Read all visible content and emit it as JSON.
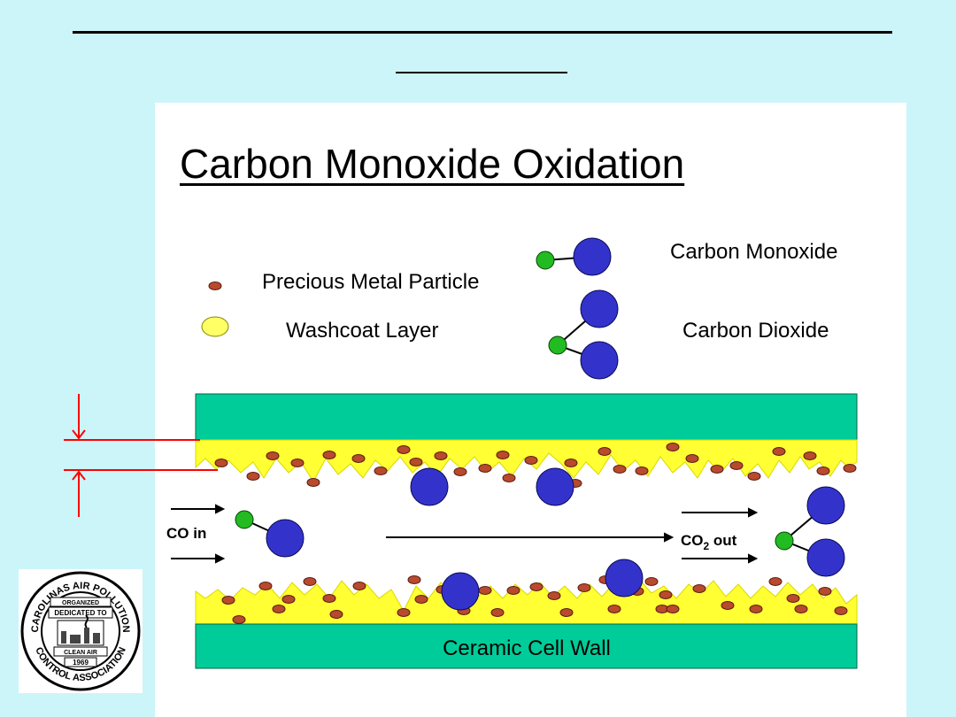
{
  "slide": {
    "title": "Carbon Monoxide Oxidation"
  },
  "legend": {
    "precious_metal_particle": "Precious Metal Particle",
    "washcoat_layer": "Washcoat Layer",
    "carbon_monoxide": "Carbon Monoxide",
    "carbon_dioxide": "Carbon Dioxide"
  },
  "flow": {
    "co_in": "CO in",
    "co2_out_main": "CO",
    "co2_out_sub": "2",
    "co2_out_suffix": " out"
  },
  "wall": {
    "label": "Ceramic Cell Wall"
  },
  "logo": {
    "top_text": "CAROLINAS AIR POLLUTION",
    "bottom_text": "CONTROL ASSOCIATION",
    "line1": "ORGANIZED",
    "line2": "DEDICATED TO",
    "line3": "CLEAN   AIR",
    "year": "1969"
  },
  "colors": {
    "background": "#ccf5fa",
    "ceramic_wall": "#00cc99",
    "washcoat": "#ffff33",
    "metal_particle": "#b84a2e",
    "carbon_atom": "#22bb22",
    "oxygen_atom": "#3333cc",
    "dimension_marker": "#ff0000"
  }
}
